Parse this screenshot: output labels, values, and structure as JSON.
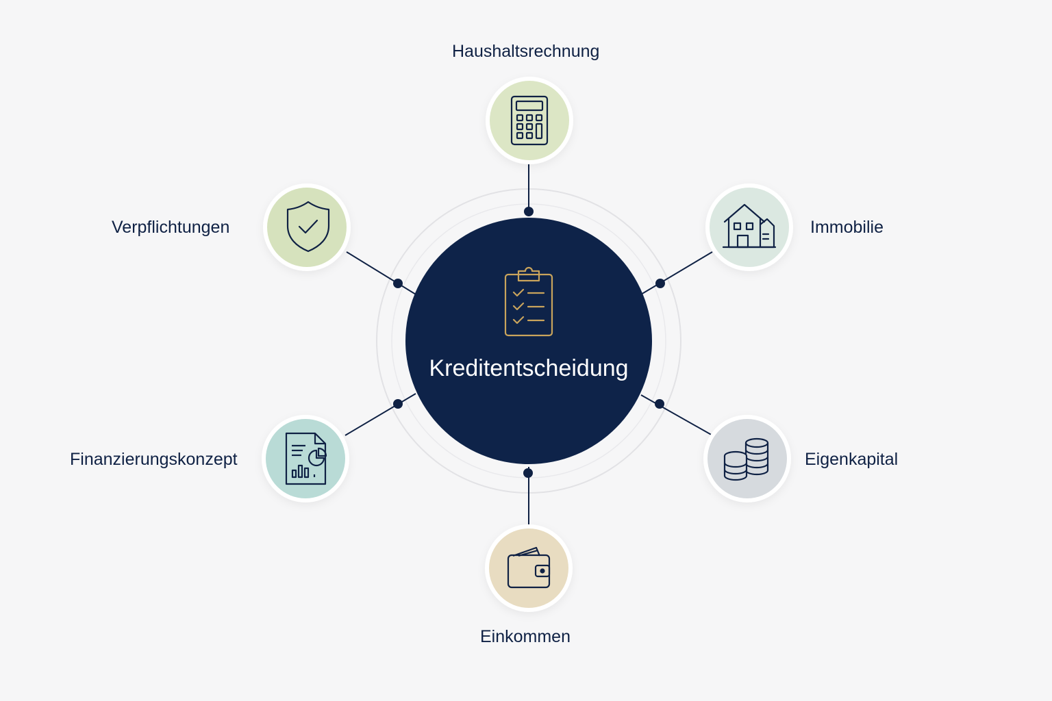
{
  "center": {
    "title": "Kreditentscheidung",
    "icon": "clipboard-checklist-icon",
    "color": "#0e2349",
    "icon_color": "#c9a45c"
  },
  "nodes": [
    {
      "label": "Haushaltsrechnung",
      "icon": "calculator-icon",
      "color": "#dce6c5"
    },
    {
      "label": "Immobilie",
      "icon": "house-icon",
      "color": "#dbe8e1"
    },
    {
      "label": "Eigenkapital",
      "icon": "coin-stacks-icon",
      "color": "#d6dade"
    },
    {
      "label": "Einkommen",
      "icon": "wallet-icon",
      "color": "#e8dcc1"
    },
    {
      "label": "Finanzierungskonzept",
      "icon": "report-document-icon",
      "color": "#b9dbd6"
    },
    {
      "label": "Verpflichtungen",
      "icon": "shield-check-icon",
      "color": "#d6e2bd"
    }
  ],
  "colors": {
    "background": "#f6f6f7",
    "text": "#0f2144",
    "connector": "#0f2144",
    "ring": "#e3e3e6"
  }
}
